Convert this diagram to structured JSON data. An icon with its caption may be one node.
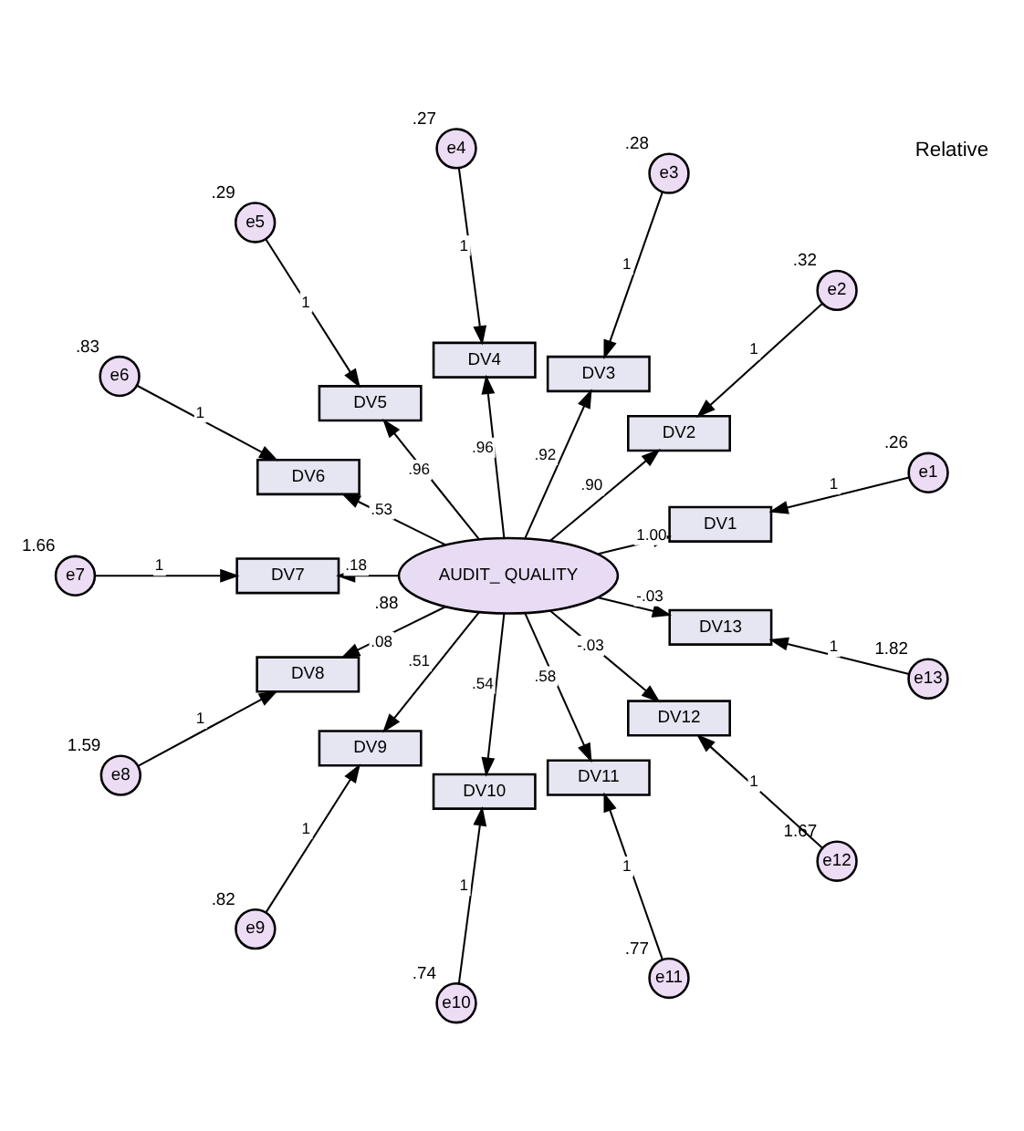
{
  "diagram": {
    "nodes": [
      {
        "text": [
          "e1"
        ],
        "beside": [
          ".26"
        ]
      },
      {
        "text": [
          "e2"
        ],
        "beside": [
          ".32"
        ]
      },
      {
        "text": [
          "e3"
        ],
        "beside": [
          ".28"
        ]
      },
      {
        "text": [
          "e4"
        ],
        "beside": [
          ".27"
        ]
      },
      {
        "text": [
          "e5"
        ],
        "beside": [
          ".29"
        ]
      },
      {
        "text": [
          "e6"
        ],
        "beside": [
          ".83"
        ]
      },
      {
        "text": [
          "e7"
        ],
        "beside": [
          "1.66"
        ]
      },
      {
        "text": [
          "e8"
        ],
        "beside": [
          "1.59"
        ]
      },
      {
        "text": [
          "e9"
        ],
        "beside": [
          ".82"
        ]
      },
      {
        "text": [
          "e10"
        ],
        "beside": [
          ".74"
        ]
      },
      {
        "text": [
          "e11"
        ],
        "beside": [
          ".77"
        ]
      },
      {
        "text": [
          "e12"
        ],
        "beside": [
          "1.67"
        ]
      },
      {
        "text": [
          "e13"
        ],
        "beside": [
          "1.82"
        ]
      },
      {
        "text": [
          "DV1"
        ]
      },
      {
        "text": [
          "DV2"
        ]
      },
      {
        "text": [
          "DV3"
        ]
      },
      {
        "text": [
          "DV4"
        ]
      },
      {
        "text": [
          "DV5"
        ]
      },
      {
        "text": [
          "DV6"
        ]
      },
      {
        "text": [
          "DV7"
        ]
      },
      {
        "text": [
          "DV8"
        ]
      },
      {
        "text": [
          "DV9"
        ]
      },
      {
        "text": [
          "DV10"
        ]
      },
      {
        "text": [
          "DV11"
        ]
      },
      {
        "text": [
          "DV12"
        ]
      },
      {
        "text": [
          "DV13"
        ]
      },
      {
        "text": [
          "AUDIT_ QUALITY"
        ],
        "beside": [
          ".88"
        ]
      }
    ],
    "edges": [
      {
        "from": 0,
        "to": 13,
        "arrow": "to",
        "label": "1"
      },
      {
        "from": 1,
        "to": 14,
        "arrow": "to",
        "label": "1"
      },
      {
        "from": 2,
        "to": 15,
        "arrow": "to",
        "label": "1"
      },
      {
        "from": 3,
        "to": 16,
        "arrow": "to",
        "label": "1"
      },
      {
        "from": 4,
        "to": 17,
        "arrow": "to",
        "label": "1"
      },
      {
        "from": 5,
        "to": 18,
        "arrow": "to",
        "label": "1"
      },
      {
        "from": 6,
        "to": 19,
        "arrow": "to",
        "label": "1"
      },
      {
        "from": 7,
        "to": 20,
        "arrow": "to",
        "label": "1"
      },
      {
        "from": 8,
        "to": 21,
        "arrow": "to",
        "label": "1"
      },
      {
        "from": 9,
        "to": 22,
        "arrow": "to",
        "label": "1"
      },
      {
        "from": 10,
        "to": 23,
        "arrow": "to",
        "label": "1"
      },
      {
        "from": 11,
        "to": 24,
        "arrow": "to",
        "label": "1"
      },
      {
        "from": 12,
        "to": 25,
        "arrow": "to",
        "label": "1"
      },
      {
        "from": 26,
        "to": 13,
        "arrow": "to",
        "label": "1.00"
      },
      {
        "from": 26,
        "to": 14,
        "arrow": "to",
        "label": ".90"
      },
      {
        "from": 26,
        "to": 15,
        "arrow": "to",
        "label": ".92"
      },
      {
        "from": 26,
        "to": 16,
        "arrow": "to",
        "label": ".96"
      },
      {
        "from": 26,
        "to": 17,
        "arrow": "to",
        "label": ".96"
      },
      {
        "from": 26,
        "to": 18,
        "arrow": "to",
        "label": ".53"
      },
      {
        "from": 26,
        "to": 19,
        "arrow": "to",
        "label": ".18"
      },
      {
        "from": 26,
        "to": 20,
        "arrow": "to",
        "label": ".08"
      },
      {
        "from": 26,
        "to": 21,
        "arrow": "to",
        "label": ".51"
      },
      {
        "from": 26,
        "to": 22,
        "arrow": "to",
        "label": ".54"
      },
      {
        "from": 26,
        "to": 23,
        "arrow": "to",
        "label": ".58"
      },
      {
        "from": 26,
        "to": 24,
        "arrow": "to",
        "label": "-.03"
      },
      {
        "from": 26,
        "to": 25,
        "arrow": "to",
        "label": "-.03"
      }
    ],
    "labels": [
      "Relative"
    ]
  }
}
